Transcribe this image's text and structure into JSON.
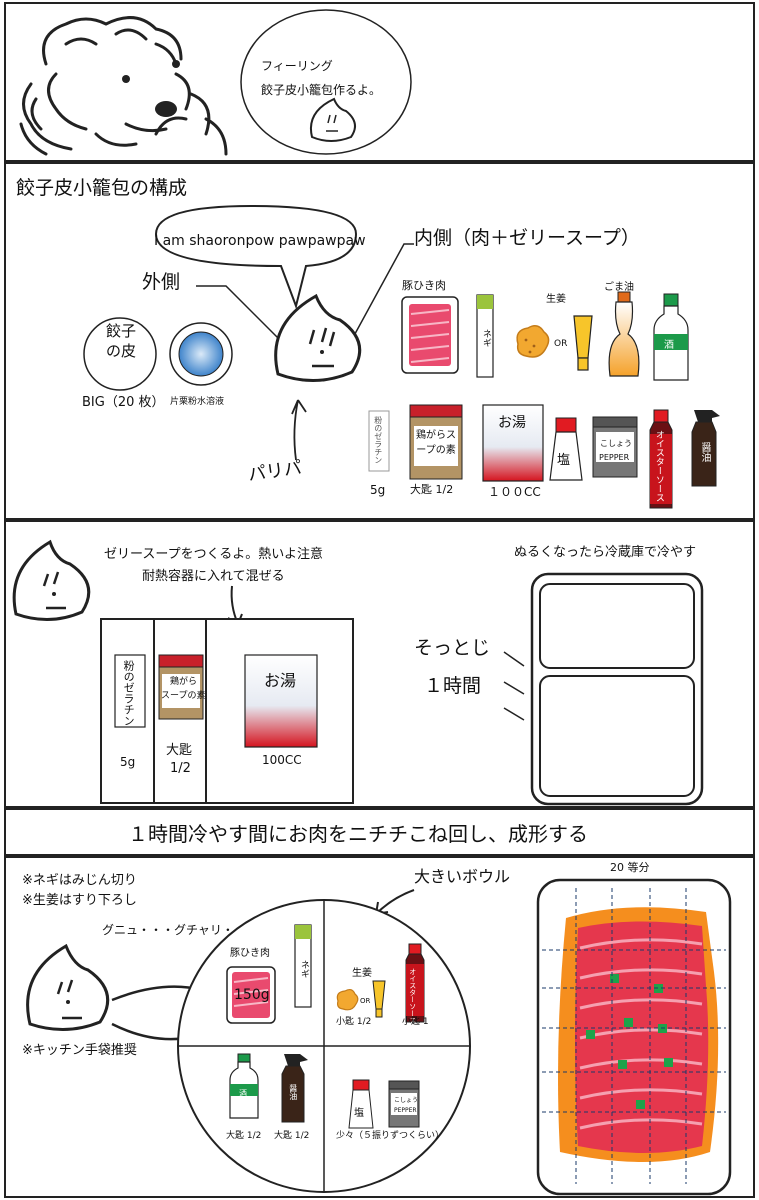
{
  "panel1": {
    "bubble_line1": "フィーリング",
    "bubble_line2": "餃子皮小籠包作るよ。"
  },
  "panel2": {
    "heading": "餃子皮小籠包の構成",
    "speech": "I am shaoronpow pawpawpaw",
    "inner_label": "内側（肉＋ゼリースープ）",
    "outer_label": "外側",
    "crispy_label": "パリパ",
    "wrapper_circle_text": "餃子の皮",
    "wrapper_caption": "BIG（20 枚）",
    "starch_caption": "片栗粉水溶液",
    "pork_label": "豚ひき肉",
    "negi_label": "ネギ",
    "ginger_label": "生姜",
    "or_label": "OR",
    "sesame_label": "ごま油",
    "sake_label": "酒",
    "gelatin_label": "粉のゼラチン",
    "gelatin_amount": "5g",
    "stock_label": "鶏がらスープの素",
    "stock_amount": "大匙 1/2",
    "hotwater_label": "お湯",
    "hotwater_amount": "１００CC",
    "salt_label": "塩",
    "pepper_label1": "こしょう",
    "pepper_label2": "PEPPER",
    "oyster_label": "オイスターソース",
    "soy_label": "醤油"
  },
  "panel3": {
    "line1": "ゼリースープをつくるよ。熱いよ注意",
    "line2": "耐熱容器に入れて混ぜる",
    "fridge_caption": "ぬるくなったら冷蔵庫で冷やす",
    "gelatin_label": "粉のゼラチン",
    "gelatin_amount": "5g",
    "stock_label1": "鶏がら",
    "stock_label2": "スープの素",
    "stock_amount1": "大匙",
    "stock_amount2": "1/2",
    "hotwater_label": "お湯",
    "hotwater_amount": "100CC",
    "gently": "そっとじ",
    "one_hour": "１時間"
  },
  "panel4": {
    "banner": "１時間冷やす間にお肉をニチチこね回し、成形する"
  },
  "panel5": {
    "note1": "※ネギはみじん切り",
    "note2": "※生姜はすり下ろし",
    "sound": "グニュ・・・グチャリ・・・",
    "gloves": "※キッチン手袋推奨",
    "bowl_label": "大きいボウル",
    "pork_label": "豚ひき肉",
    "pork_amount": "150g",
    "negi_label": "ネギ",
    "ginger_label": "生姜",
    "or_label": "OR",
    "ginger_amount": "小匙 1/2",
    "oyster_label": "オイスターソース",
    "oyster_amount": "小匙 1",
    "sake_label": "酒",
    "sake_amount": "大匙 1/2",
    "soy_label": "醤油",
    "soy_amount": "大匙 1/2",
    "salt_label": "塩",
    "pepper_label1": "こしょう",
    "pepper_label2": "PEPPER",
    "salt_amount": "少々（５振りずつくらい）",
    "divide_label": "20 等分"
  }
}
